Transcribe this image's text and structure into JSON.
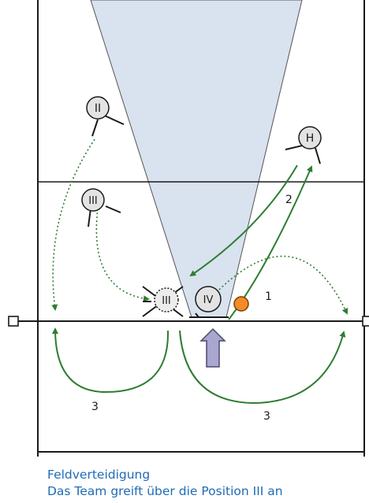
{
  "court": {
    "players": [
      {
        "id": "II",
        "label": "II"
      },
      {
        "id": "III-start",
        "label": "III"
      },
      {
        "id": "H",
        "label": "H"
      },
      {
        "id": "III-net",
        "label": "III"
      },
      {
        "id": "IV",
        "label": "IV"
      }
    ],
    "move_labels": [
      {
        "id": "move-1-label",
        "text": "1"
      },
      {
        "id": "move-2-label",
        "text": "2"
      },
      {
        "id": "move-3-left-label",
        "text": "3"
      },
      {
        "id": "move-3-right-label",
        "text": "3"
      }
    ],
    "colors": {
      "court_line": "#1a1a1a",
      "attack_cone": "#d9e2ef",
      "move_arrow": "#2e7d32",
      "ball": "#f28c28",
      "attack_arrow": "#a9a7cf",
      "player_fill": "#e3e3e3"
    }
  },
  "caption": {
    "line1": "Feldverteidigung",
    "line2": "Das Team greift über die Position III an"
  }
}
